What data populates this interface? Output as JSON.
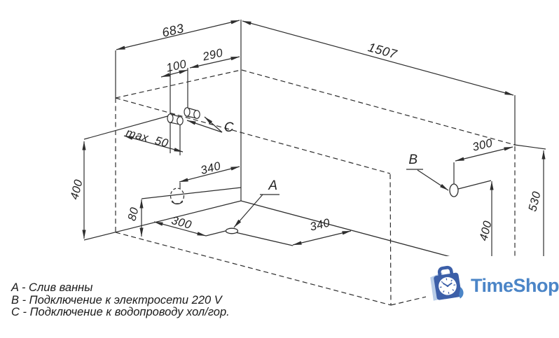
{
  "drawing": {
    "dims": {
      "d683": "683",
      "d1507": "1507",
      "d290": "290",
      "d100": "100",
      "dmax50": "max  50",
      "d400_left": "400",
      "d340_wall": "340",
      "d80": "80",
      "d300_floor": "300",
      "d340_floor": "340",
      "d300_right": "300",
      "d400_right": "400",
      "d530": "530"
    },
    "points": {
      "a": "A",
      "b": "B",
      "c": "C"
    },
    "legend": {
      "a": "A - Слив ванны",
      "b": "B - Подключение к электросети 220 V",
      "c": "C - Подключение к водопроводу хол/гор."
    },
    "colors": {
      "line": "#2e2e2e"
    }
  },
  "logo": {
    "text": "TimeShop",
    "colors": {
      "text_blue": "#4b85c7",
      "bag_blue": "#3c5fa8",
      "bag_light": "#b9cde8"
    }
  }
}
